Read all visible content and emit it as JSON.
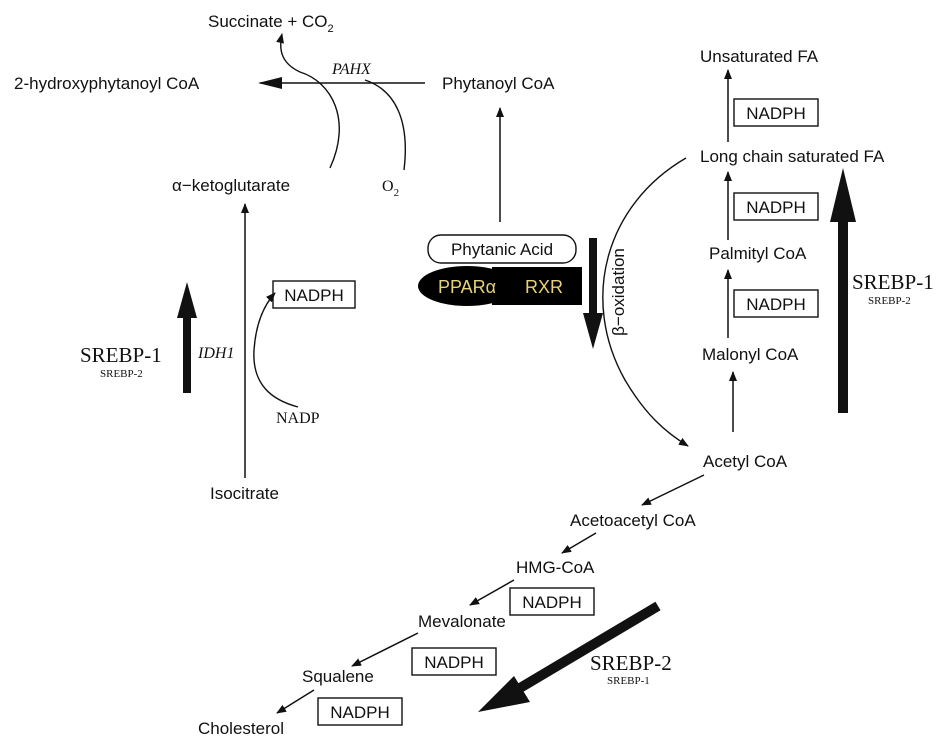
{
  "labels": {
    "succinate": "Succinate + CO",
    "succinate_sub": "2",
    "hydroxyphytanoyl": "2-hydroxyphytanoyl CoA",
    "pahx": "PAHX",
    "phytanoyl": "Phytanoyl CoA",
    "ketoglutarate": "α−ketoglutarate",
    "o2": "O",
    "o2_sub": "2",
    "nadph": "NADPH",
    "idh1": "IDH1",
    "nadp": "NADP",
    "isocitrate": "Isocitrate",
    "srebp1": "SREBP-1",
    "srebp2": "SREBP-2",
    "phytanic_acid": "Phytanic Acid",
    "pparalpha": "PPARα",
    "rxr": "RXR",
    "beta_oxidation": "β−oxidation",
    "unsaturated_fa": "Unsaturated FA",
    "long_chain_fa": "Long chain saturated FA",
    "palmityl": "Palmityl CoA",
    "malonyl": "Malonyl CoA",
    "acetyl": "Acetyl CoA",
    "acetoacetyl": "Acetoacetyl CoA",
    "hmg": "HMG-CoA",
    "mevalonate": "Mevalonate",
    "squalene": "Squalene",
    "cholesterol": "Cholesterol"
  },
  "colors": {
    "receptor_fill": "#000000",
    "receptor_text": "#e7d27a",
    "ink": "#111111"
  }
}
